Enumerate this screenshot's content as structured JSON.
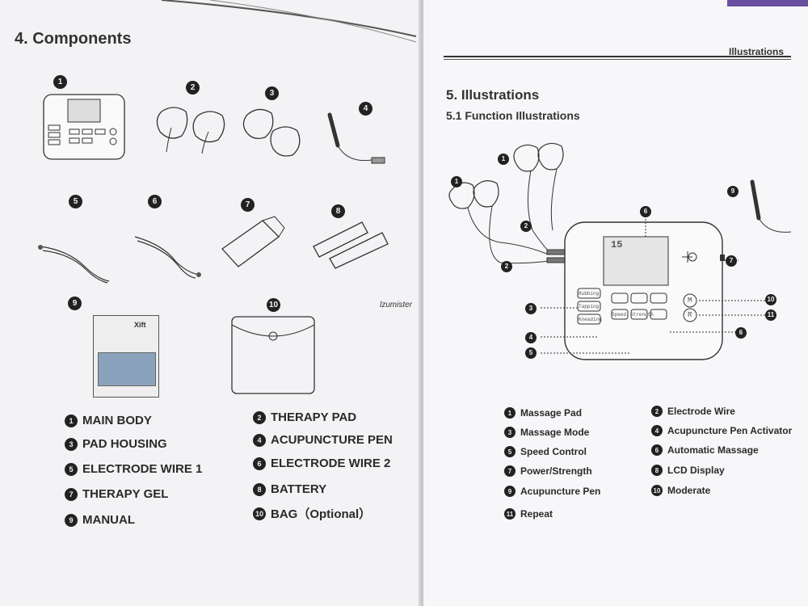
{
  "left_page": {
    "heading": "4. Components",
    "item_numbers": [
      "1",
      "2",
      "3",
      "4",
      "5",
      "6",
      "7",
      "8",
      "9",
      "10"
    ],
    "components": [
      {
        "num": "1",
        "label": "MAIN BODY"
      },
      {
        "num": "2",
        "label": "THERAPY PAD"
      },
      {
        "num": "3",
        "label": "PAD HOUSING"
      },
      {
        "num": "4",
        "label": "ACUPUNCTURE PEN"
      },
      {
        "num": "5",
        "label": "ELECTRODE WIRE 1"
      },
      {
        "num": "6",
        "label": "ELECTRODE WIRE 2"
      },
      {
        "num": "7",
        "label": "THERAPY GEL"
      },
      {
        "num": "8",
        "label": "BATTERY"
      },
      {
        "num": "9",
        "label": "MANUAL"
      },
      {
        "num": "10",
        "label": "BAG（Optional）"
      }
    ],
    "manual_brand": "Xift",
    "watermark": "lzumister"
  },
  "right_page": {
    "running_header": "Illustrations",
    "heading": "5. Illustrations",
    "subheading": "5.1 Function Illustrations",
    "diagram": {
      "lcd_value": "15",
      "button_labels": [
        "Rubbing",
        "Tapping",
        "Kneading",
        "Speed",
        "Strength"
      ],
      "round_buttons": [
        "M",
        "R"
      ],
      "callouts": [
        "1",
        "1",
        "2",
        "2",
        "3",
        "4",
        "5",
        "6",
        "6",
        "7",
        "9",
        "10",
        "11"
      ]
    },
    "functions": [
      {
        "num": "1",
        "label": "Massage Pad"
      },
      {
        "num": "2",
        "label": "Electrode Wire"
      },
      {
        "num": "3",
        "label": "Massage Mode"
      },
      {
        "num": "4",
        "label": "Acupuncture Pen Activator"
      },
      {
        "num": "5",
        "label": "Speed Control"
      },
      {
        "num": "6",
        "label": "Automatic Massage"
      },
      {
        "num": "7",
        "label": "Power/Strength"
      },
      {
        "num": "8",
        "label": "LCD Display"
      },
      {
        "num": "9",
        "label": "Acupuncture Pen"
      },
      {
        "num": "10",
        "label": "Moderate"
      },
      {
        "num": "11",
        "label": "Repeat"
      }
    ]
  }
}
